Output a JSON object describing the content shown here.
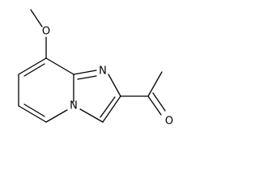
{
  "molecule": {
    "atoms": {
      "methoxy_oxygen": "O",
      "ring_nitrogen": "N",
      "bridgehead_nitrogen": "N",
      "carbonyl_oxygen": "O"
    }
  },
  "colors": {
    "bond": "#000000",
    "background": "#ffffff"
  }
}
